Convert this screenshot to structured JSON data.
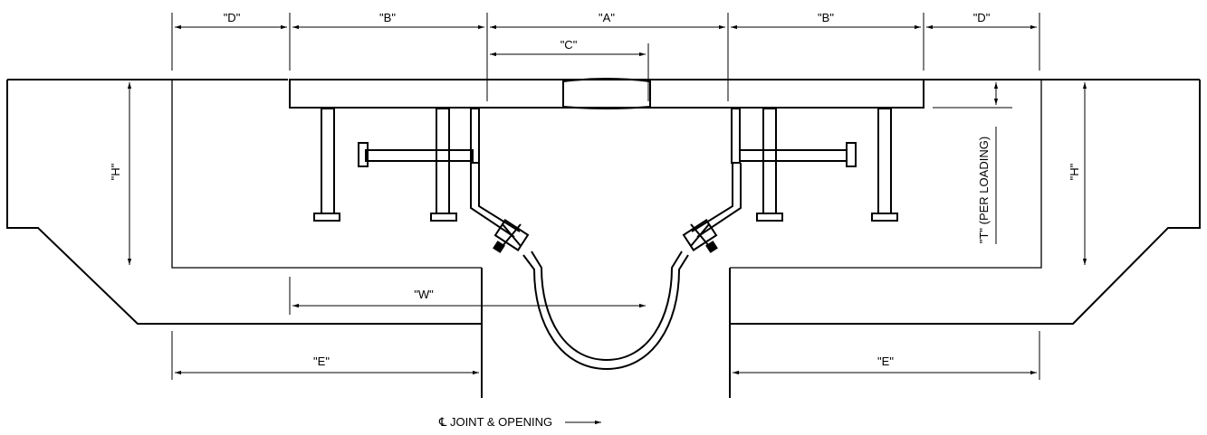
{
  "dimensions": {
    "d_left": "\"D\"",
    "b_left": "\"B\"",
    "a": "\"A\"",
    "b_right": "\"B\"",
    "d_right": "\"D\"",
    "c": "\"C\"",
    "h_left": "\"H\"",
    "h_right": "\"H\"",
    "t": "\"T\" (PER LOADING)",
    "w": "\"W\"",
    "e_left": "\"E\"",
    "e_right": "\"E\""
  },
  "centerline_label": "℄ JOINT & OPENING"
}
